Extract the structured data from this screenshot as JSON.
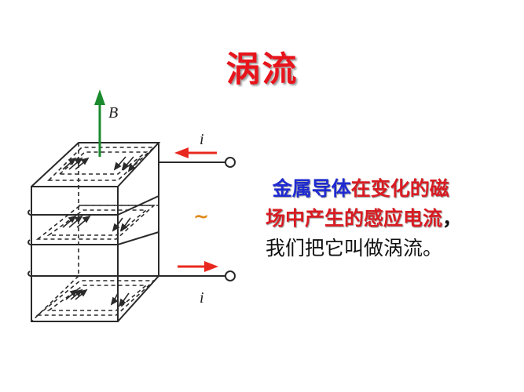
{
  "title": "涡流",
  "description": {
    "line1_blue": "金属导体",
    "line1_red": "在变化的磁",
    "line2_red": "场中产生的感应电流",
    "line2_black": "，",
    "line3_black": "我们把它叫做涡流。"
  },
  "diagram": {
    "field_label": "B",
    "current_label_top": "i",
    "current_label_bottom": "i",
    "ac_symbol": "~",
    "colors": {
      "field_arrow": "#1a8a2e",
      "current_arrow": "#e8281e",
      "ac_symbol": "#e0891a",
      "lines": "#2a2a2a"
    }
  }
}
